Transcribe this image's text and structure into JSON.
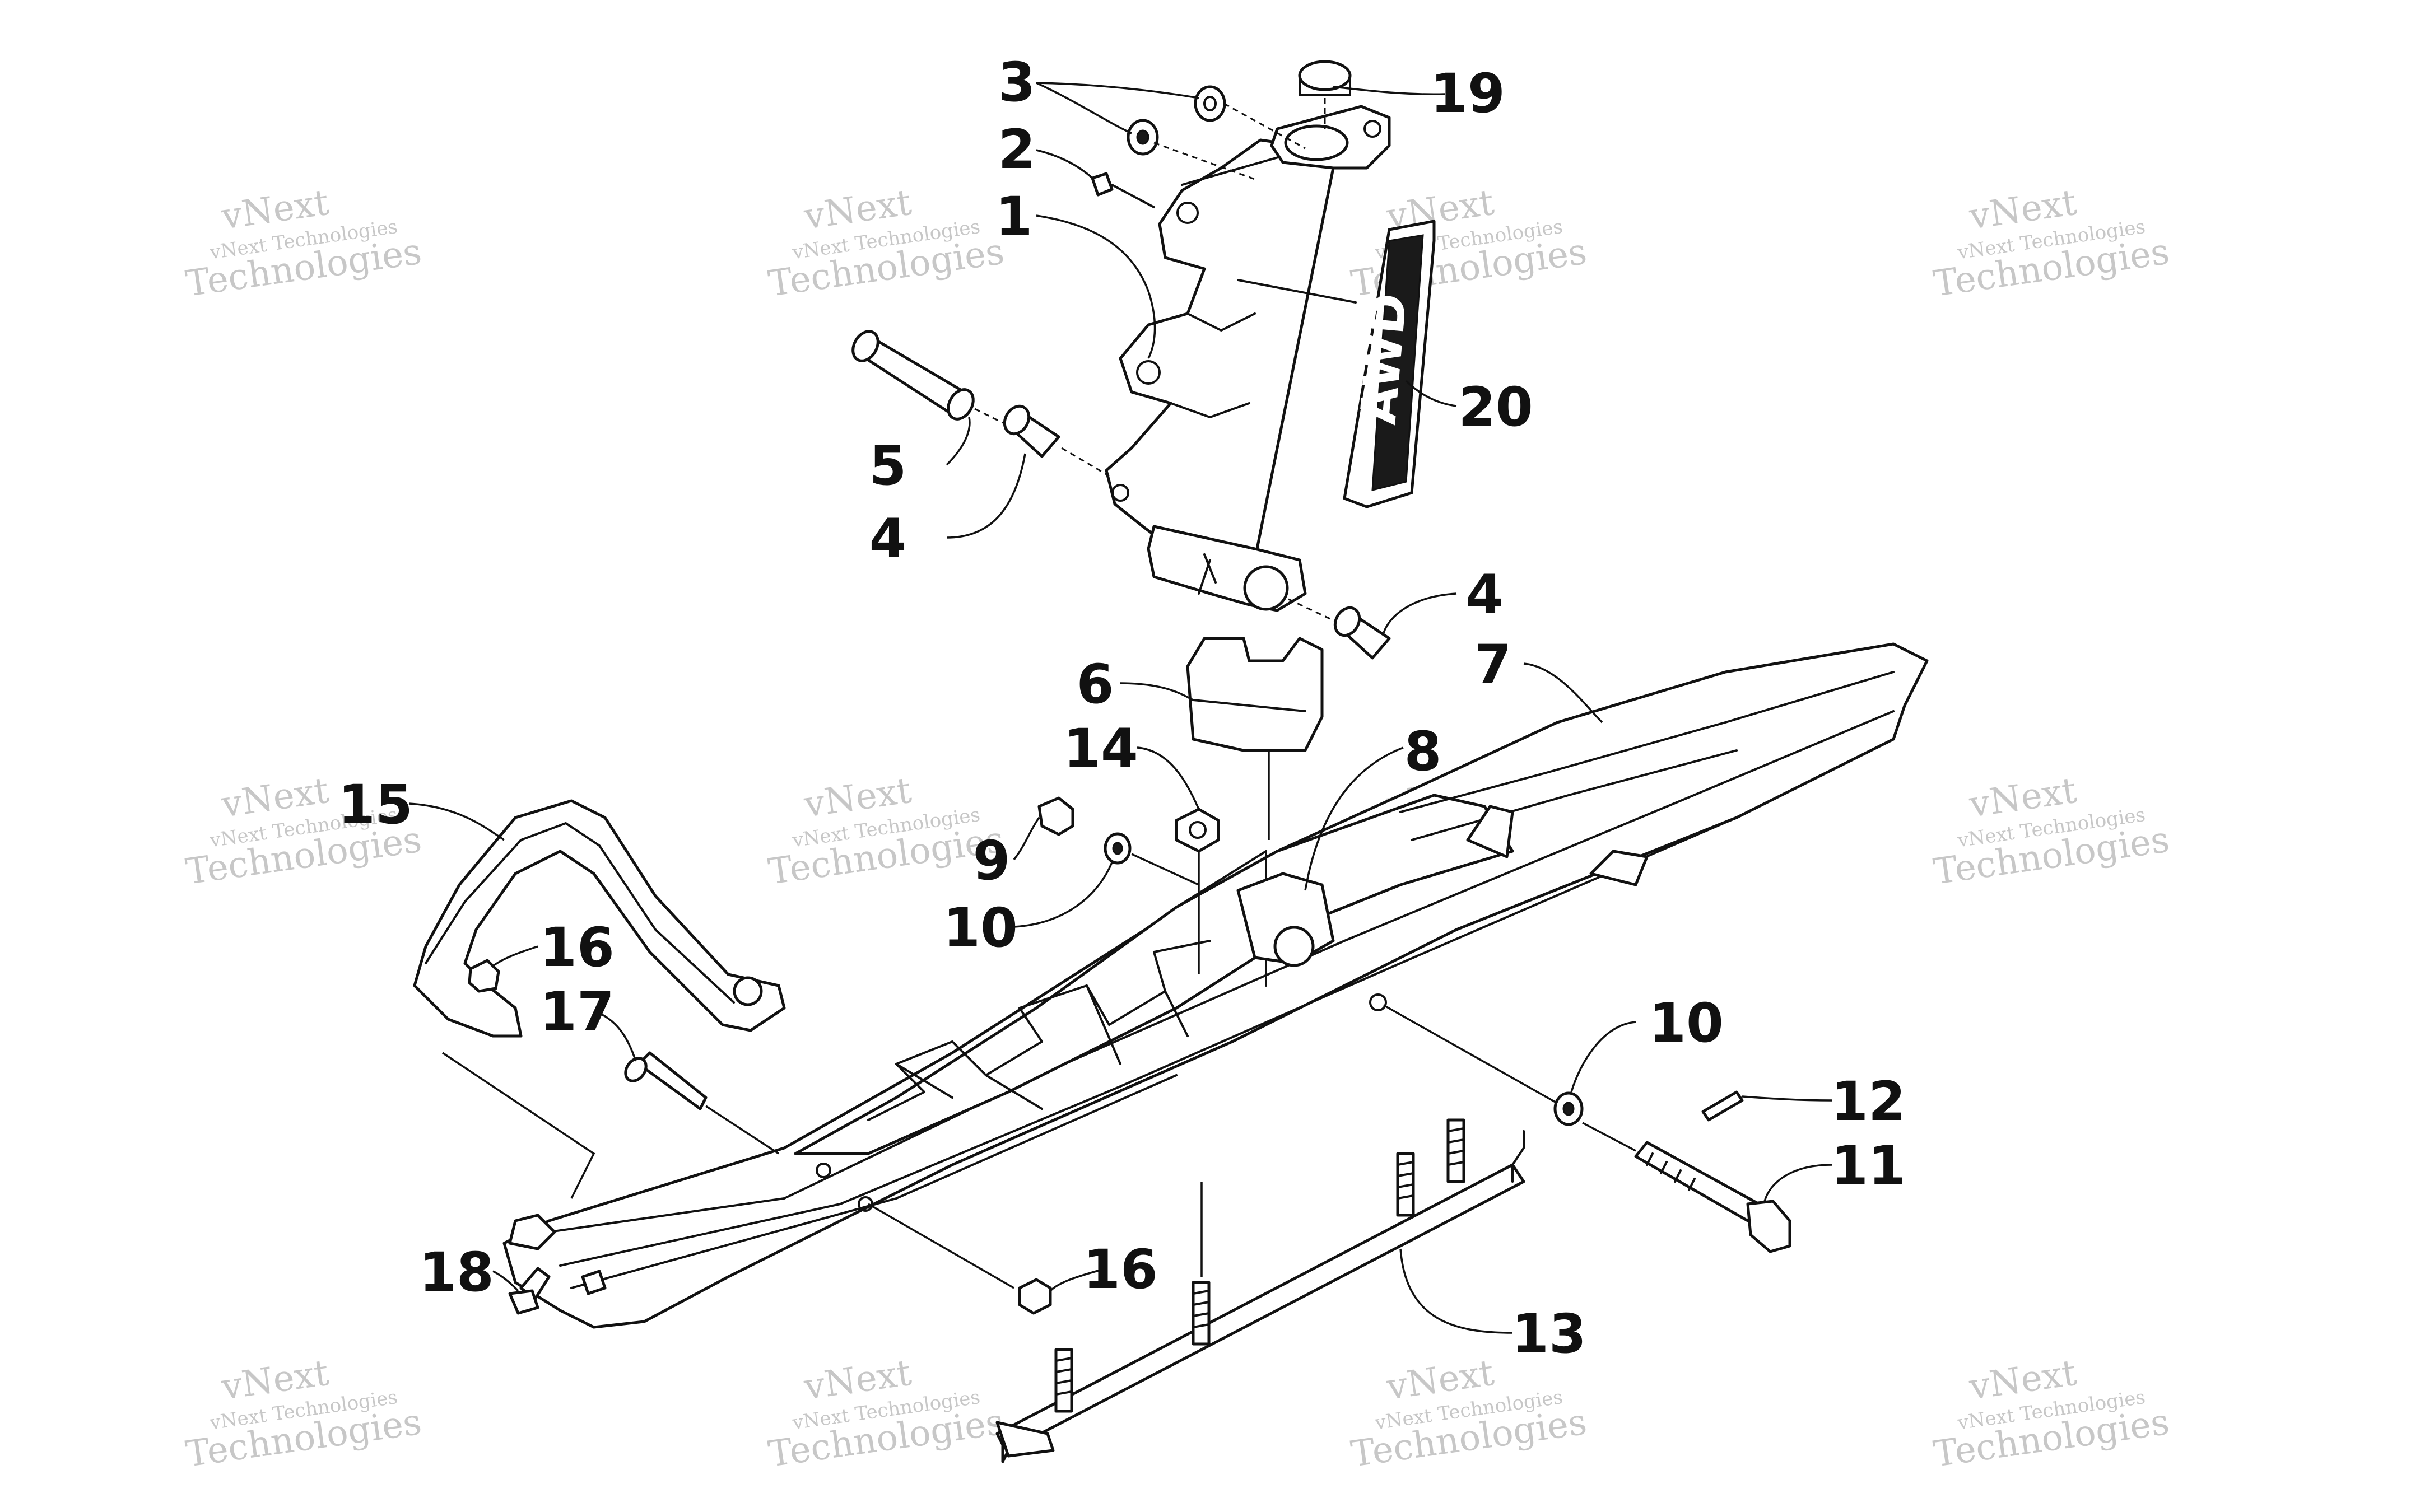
{
  "watermark": {
    "line1": "vNext Technologies",
    "line2": "vNext",
    "line3": "Technologies"
  },
  "callouts": [
    "1",
    "2",
    "3",
    "4",
    "4",
    "5",
    "6",
    "7",
    "8",
    "9",
    "10",
    "10",
    "11",
    "12",
    "13",
    "14",
    "15",
    "16",
    "16",
    "17",
    "18",
    "19",
    "20"
  ],
  "decal_text": "AWD"
}
